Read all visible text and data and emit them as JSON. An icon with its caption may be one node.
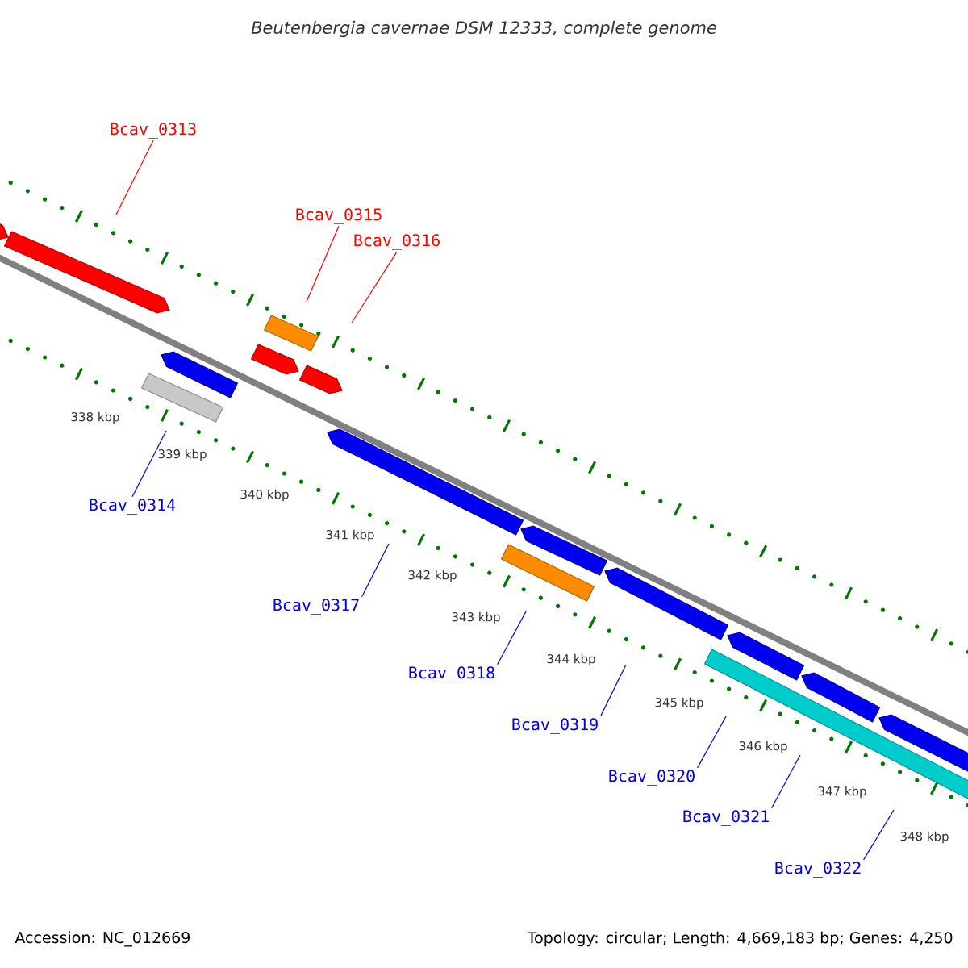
{
  "diagram": {
    "title": "Beutenbergia cavernae DSM 12333, complete genome",
    "nodes": [
      {
        "text": [
          "Bcav_0313"
        ]
      },
      {
        "text": [
          "Bcav_0315"
        ]
      },
      {
        "text": [
          "Bcav_0316"
        ]
      },
      {
        "text": [
          "Bcav_0314"
        ]
      },
      {
        "text": [
          "Bcav_0317"
        ]
      },
      {
        "text": [
          "Bcav_0318"
        ]
      },
      {
        "text": [
          "Bcav_0319"
        ]
      },
      {
        "text": [
          "Bcav_0320"
        ]
      },
      {
        "text": [
          "Bcav_0321"
        ]
      },
      {
        "text": [
          "Bcav_0322"
        ]
      }
    ],
    "edges": [
      {
        "from": 0,
        "to": null,
        "arrow": "none",
        "color": "#ff0000"
      },
      {
        "from": 1,
        "to": null,
        "arrow": "none",
        "color": "#ff0000"
      },
      {
        "from": 2,
        "to": null,
        "arrow": "none",
        "color": "#ff0000"
      },
      {
        "from": 3,
        "to": null,
        "arrow": "none"
      },
      {
        "from": 4,
        "to": null,
        "arrow": "none"
      },
      {
        "from": 5,
        "to": null,
        "arrow": "none"
      },
      {
        "from": 6,
        "to": null,
        "arrow": "none"
      },
      {
        "from": 7,
        "to": null,
        "arrow": "none"
      },
      {
        "from": 8,
        "to": null,
        "arrow": "none"
      },
      {
        "from": 9,
        "to": null,
        "arrow": "none"
      }
    ],
    "labels": [
      "338 kbp",
      "339 kbp",
      "340 kbp",
      "341 kbp",
      "342 kbp",
      "343 kbp",
      "344 kbp",
      "345 kbp",
      "346 kbp",
      "347 kbp",
      "348 kbp",
      "Accession: NC_012669",
      "Topology: circular; Length: 4,669,183 bp; Genes: 4,250"
    ]
  }
}
